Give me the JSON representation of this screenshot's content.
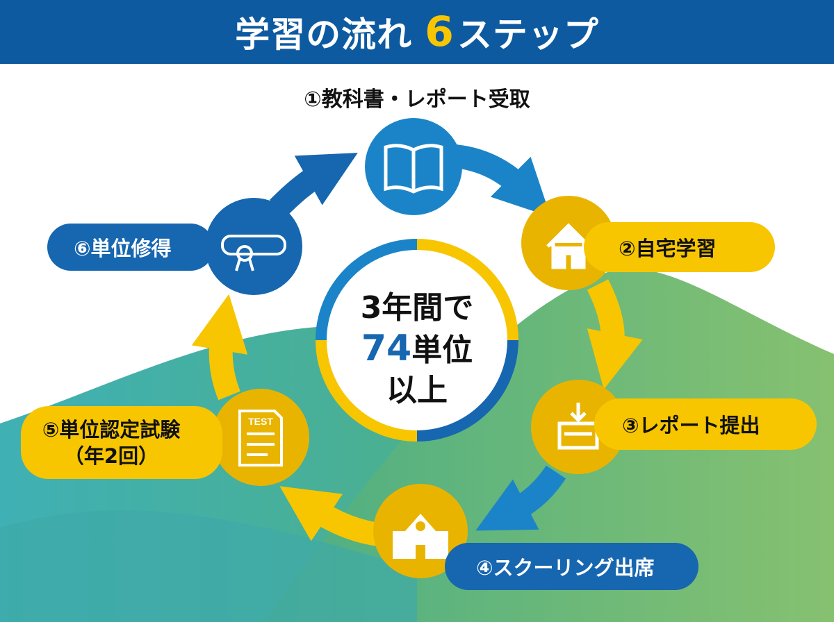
{
  "header": {
    "title_prefix": "学習の流れ",
    "title_number": "6",
    "title_suffix": "ステップ"
  },
  "steps": [
    {
      "label": "①教科書・レポート受取",
      "icon": "book-icon"
    },
    {
      "label": "②自宅学習",
      "icon": "house-icon"
    },
    {
      "label": "③レポート提出",
      "icon": "inbox-download-icon"
    },
    {
      "label": "④スクーリング出席",
      "icon": "school-building-icon"
    },
    {
      "label": "⑤単位認定試験",
      "label_line2": "（年2回）",
      "icon": "test-document-icon",
      "icon_text": "TEST"
    },
    {
      "label": "⑥単位修得",
      "icon": "diploma-icon"
    }
  ],
  "center": {
    "line1": "3年間で",
    "number": "74",
    "line2_suffix": "単位",
    "line3": "以上"
  },
  "colors": {
    "blue": "#1666b0",
    "light_blue": "#1b84c8",
    "yellow": "#f7c600",
    "header": "#0d5aa0"
  }
}
